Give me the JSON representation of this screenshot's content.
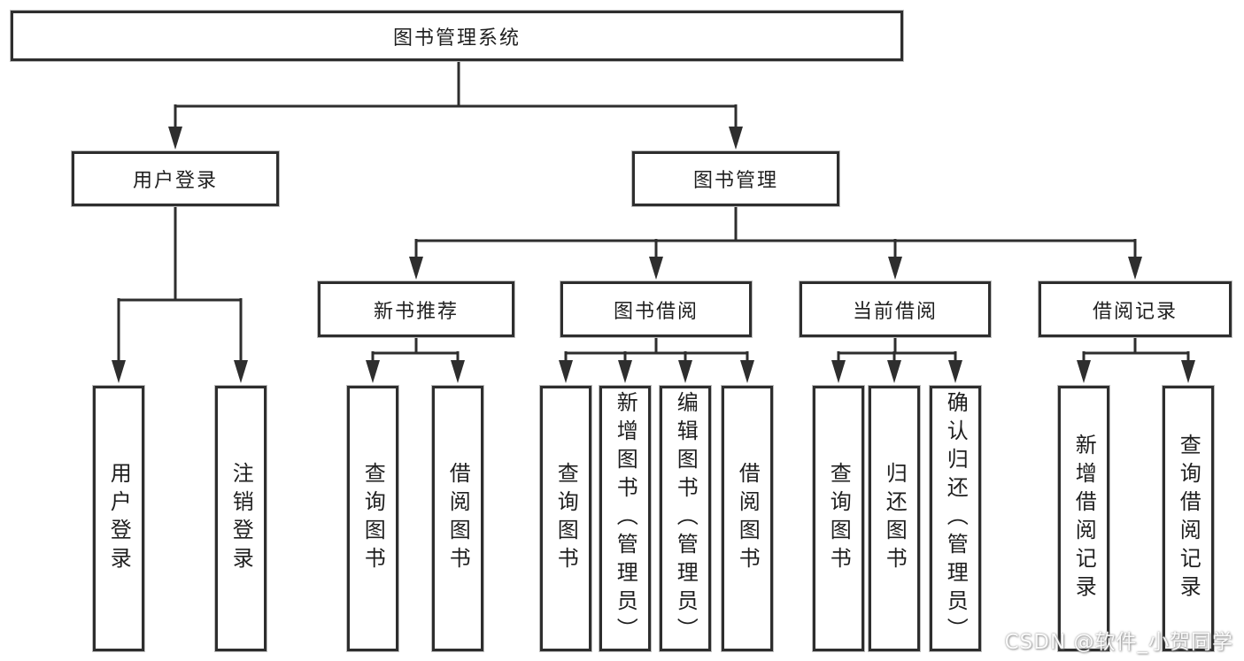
{
  "tree": {
    "label": "图书管理系统",
    "children": [
      {
        "label": "用户登录",
        "children": [
          {
            "label": "用户登录"
          },
          {
            "label": "注销登录"
          }
        ]
      },
      {
        "label": "图书管理",
        "children": [
          {
            "label": "新书推荐",
            "children": [
              {
                "label": "查询图书"
              },
              {
                "label": "借阅图书"
              }
            ]
          },
          {
            "label": "图书借阅",
            "children": [
              {
                "label": "查询图书"
              },
              {
                "label": "新增图书（管理员）"
              },
              {
                "label": "编辑图书（管理员）"
              },
              {
                "label": "借阅图书"
              }
            ]
          },
          {
            "label": "当前借阅",
            "children": [
              {
                "label": "查询图书"
              },
              {
                "label": "归还图书"
              },
              {
                "label": "确认归还（管理员）"
              }
            ]
          },
          {
            "label": "借阅记录",
            "children": [
              {
                "label": "新增借阅记录"
              },
              {
                "label": "查询借阅记录"
              }
            ]
          }
        ]
      }
    ]
  },
  "watermark": {
    "text": "CSDN @软件_小贺同学"
  },
  "colors": {
    "line": "#2e2e2e",
    "box_border": "#2e2e2e",
    "box_fill": "#ffffff",
    "text": "#1f1f1f",
    "watermark_text": "#ffffff"
  }
}
